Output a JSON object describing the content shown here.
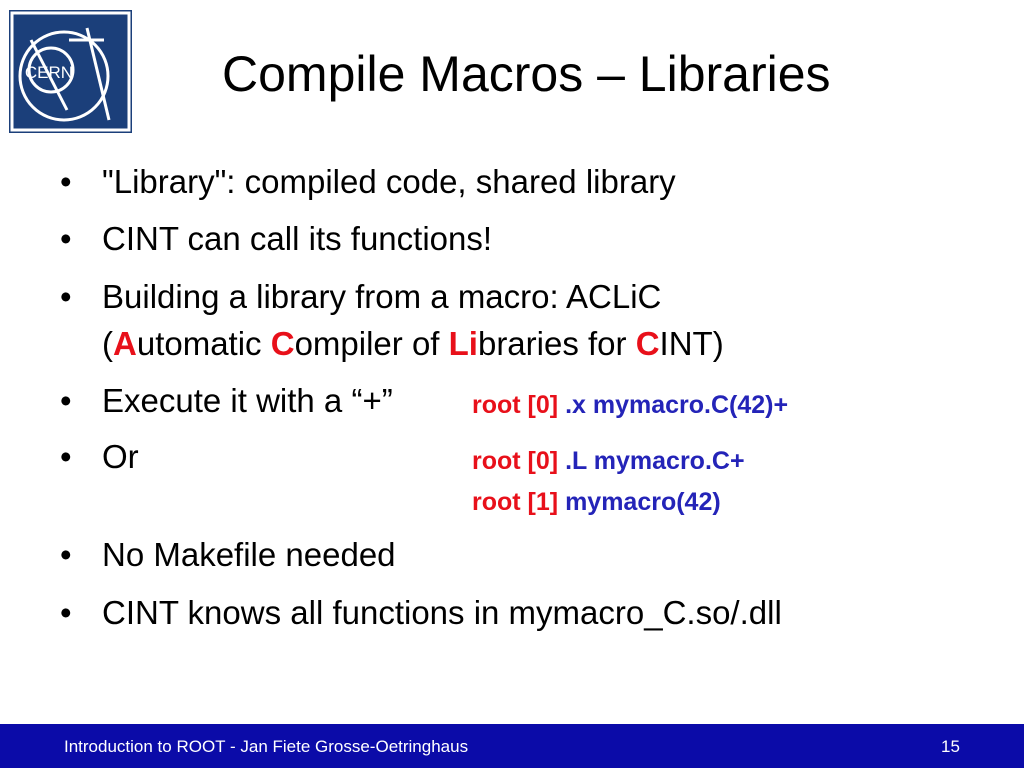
{
  "logo": {
    "text": "CERN"
  },
  "title": "Compile Macros – Libraries",
  "bullets": [
    {
      "text": "\"Library\": compiled code, shared library"
    },
    {
      "text": "CINT can call its functions!"
    },
    {
      "line1": "Building a library from a macro: ACLiC",
      "line2_parts": [
        "(",
        "A",
        "utomatic ",
        "C",
        "ompiler of ",
        "Li",
        "braries for ",
        "C",
        "INT)"
      ]
    },
    {
      "text": "Execute it with a “+”"
    },
    {
      "text": "Or"
    },
    {
      "text": "No Makefile needed"
    },
    {
      "text": "CINT knows all functions in mymacro_C.so/.dll"
    }
  ],
  "code_lines": [
    {
      "prompt": "root [0]",
      "command": ".x mymacro.C(42)+"
    },
    {
      "prompt": "root [0]",
      "command": ".L mymacro.C+"
    },
    {
      "prompt": "root [1]",
      "command": "mymacro(42)"
    }
  ],
  "footer": {
    "text": "Introduction to ROOT - Jan Fiete Grosse-Oetringhaus",
    "page": "15"
  },
  "bullet_symbol": "•",
  "colors": {
    "accent_red": "#e8101a",
    "code_blue": "#2424b8",
    "footer_bg": "#0b0ba8",
    "logo_bg": "#1b3f7a"
  }
}
